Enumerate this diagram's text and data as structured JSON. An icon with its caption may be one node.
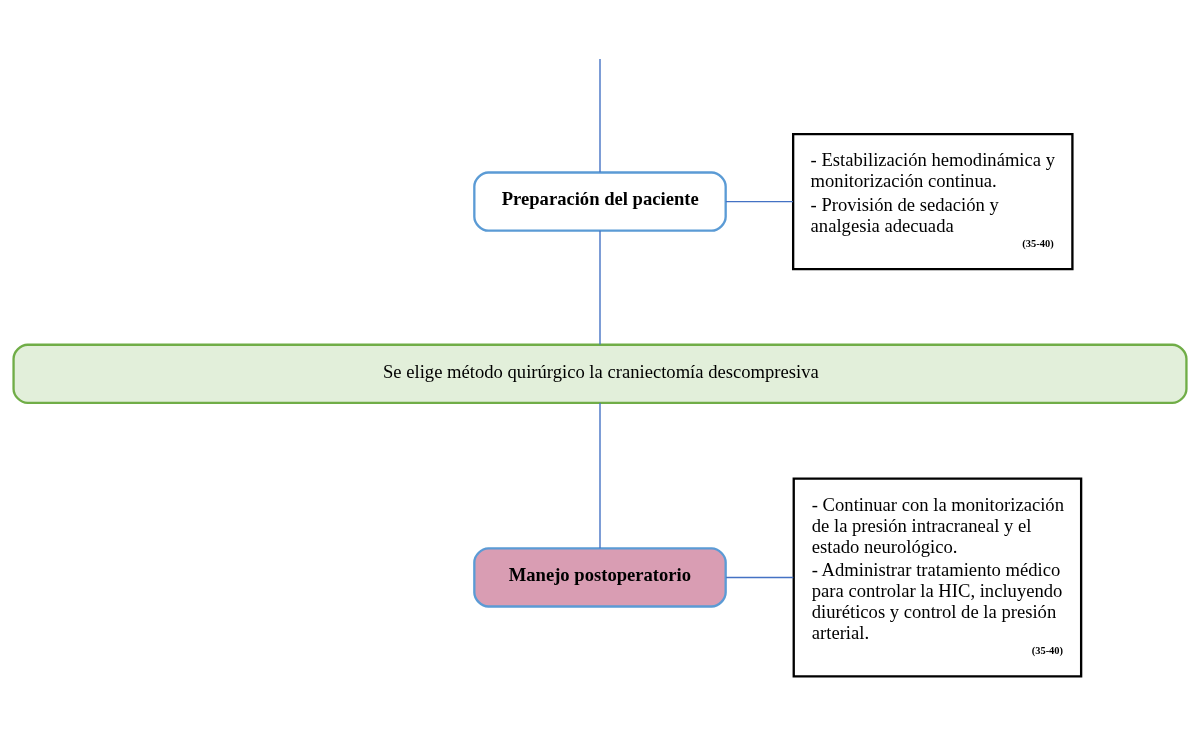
{
  "diagram": {
    "nodes": [
      {
        "text": [
          "Preparación del paciente"
        ]
      },
      {
        "text": [
          "- Estabilización hemodinámica y monitorización continua.",
          "- Provisión de sedación y analgesia adecuada",
          "(35-40)"
        ]
      },
      {
        "text": [
          "Se elige método quirúrgico la craniectomía descompresiva"
        ]
      },
      {
        "text": [
          "Manejo postoperatorio"
        ]
      },
      {
        "text": [
          "- Continuar con la monitorización de la presión intracraneal y el estado neurológico.",
          "- Administrar tratamiento médico para controlar la HIC, incluyendo diuréticos y control de la presión arterial.",
          "(35-40)"
        ]
      }
    ],
    "edges": [
      {
        "from": null,
        "to": 0,
        "arrow": "none"
      },
      {
        "from": 0,
        "to": 1,
        "arrow": "none"
      },
      {
        "from": 0,
        "to": 2,
        "arrow": "none"
      },
      {
        "from": 2,
        "to": 3,
        "arrow": "none"
      },
      {
        "from": 3,
        "to": 4,
        "arrow": "none"
      }
    ]
  }
}
